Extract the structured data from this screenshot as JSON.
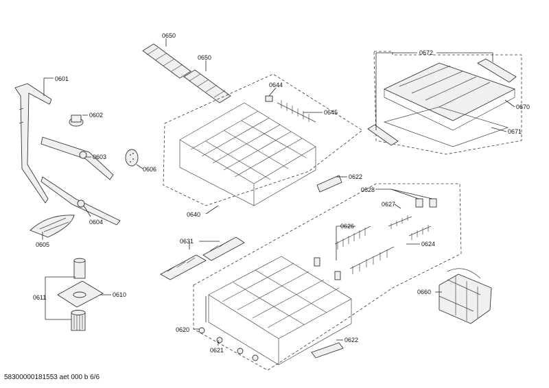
{
  "footer": "58300000181553 aet 000 b 6/6",
  "labels": {
    "l0650a": "0650",
    "l0650b": "0650",
    "l0672": "0672",
    "l0601": "0601",
    "l0644": "0644",
    "l0602": "0602",
    "l0645": "0645",
    "l0670": "0670",
    "l0671": "0671",
    "l0603": "0603",
    "l0606": "0606",
    "l0622a": "0622",
    "l0628": "0628",
    "l0627": "0627",
    "l0604": "0604",
    "l0640": "0640",
    "l0626": "0626",
    "l0605": "0605",
    "l0631": "0631",
    "l0624": "0624",
    "l0611": "0611",
    "l0610": "0610",
    "l0660": "0660",
    "l0620": "0620",
    "l0622b": "0622",
    "l0621": "0621"
  }
}
